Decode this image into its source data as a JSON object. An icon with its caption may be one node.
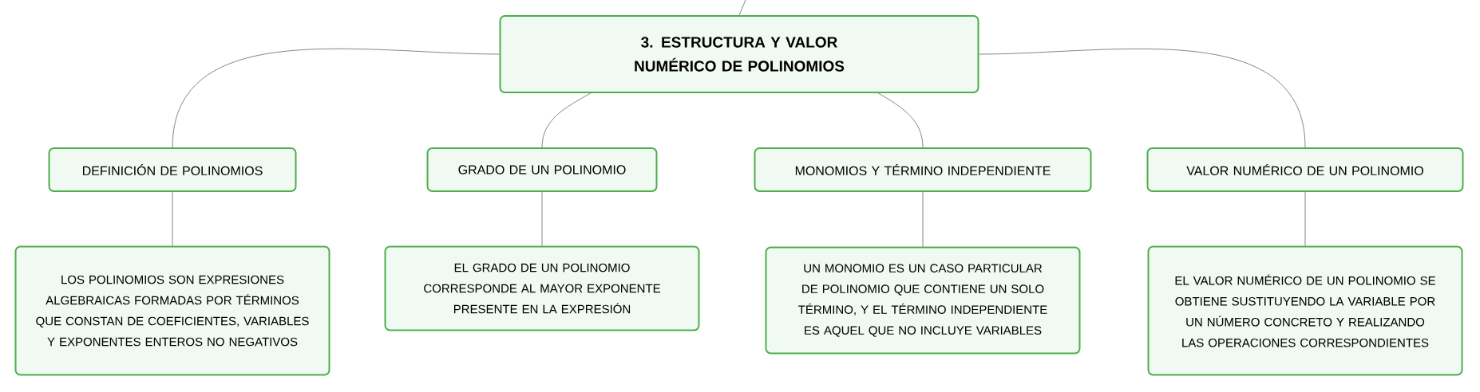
{
  "diagram": {
    "nodes": [
      {
        "text": [
          "3. ESTRUCTURA Y VALOR NUMÉRICO DE POLINOMIOS"
        ]
      },
      {
        "text": [
          "DEFINICIÓN DE POLINOMIOS"
        ]
      },
      {
        "text": [
          "LOS POLINOMIOS SON EXPRESIONES ALGEBRAICAS FORMADAS POR TÉRMINOS QUE CONSTAN DE COEFICIENTES, VARIABLES Y EXPONENTES ENTEROS NO NEGATIVOS"
        ]
      },
      {
        "text": [
          "GRADO DE UN POLINOMIO"
        ]
      },
      {
        "text": [
          "EL GRADO DE UN POLINOMIO CORRESPONDE AL MAYOR EXPONENTE PRESENTE EN LA EXPRESIÓN"
        ]
      },
      {
        "text": [
          "MONOMIOS Y TÉRMINO INDEPENDIENTE"
        ]
      },
      {
        "text": [
          "UN MONOMIO ES UN CASO PARTICULAR DE POLINOMIO QUE CONTIENE UN SOLO TÉRMINO, Y EL TÉRMINO INDEPENDIENTE ES AQUEL QUE NO INCLUYE VARIABLES"
        ]
      },
      {
        "text": [
          "VALOR NUMÉRICO DE UN POLINOMIO"
        ]
      },
      {
        "text": [
          "EL VALOR NUMÉRICO DE UN POLINOMIO SE OBTIENE SUSTITUYENDO LA VARIABLE POR UN NÚMERO CONCRETO Y REALIZANDO LAS OPERACIONES CORRESPONDIENTES"
        ]
      }
    ],
    "edges": [
      {
        "from": null,
        "to": 0,
        "arrow": "none"
      },
      {
        "from": 0,
        "to": 1,
        "arrow": "none"
      },
      {
        "from": 1,
        "to": 2,
        "arrow": "none"
      },
      {
        "from": 0,
        "to": 3,
        "arrow": "none"
      },
      {
        "from": 3,
        "to": 4,
        "arrow": "none"
      },
      {
        "from": 0,
        "to": 5,
        "arrow": "none"
      },
      {
        "from": 5,
        "to": 6,
        "arrow": "none"
      },
      {
        "from": 0,
        "to": 7,
        "arrow": "none"
      },
      {
        "from": 7,
        "to": 8,
        "arrow": "none"
      }
    ]
  }
}
